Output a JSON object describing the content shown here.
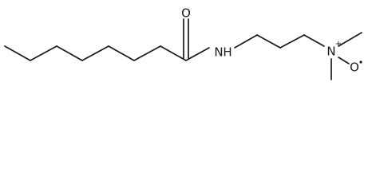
{
  "diagram": {
    "type": "chemical-structure",
    "atoms": [
      {
        "id": "O1",
        "symbol": "O"
      },
      {
        "id": "N1",
        "symbol": "N",
        "suffix": "H"
      },
      {
        "id": "N2",
        "symbol": "N",
        "charge": "+"
      },
      {
        "id": "O2",
        "symbol": "O"
      }
    ]
  }
}
